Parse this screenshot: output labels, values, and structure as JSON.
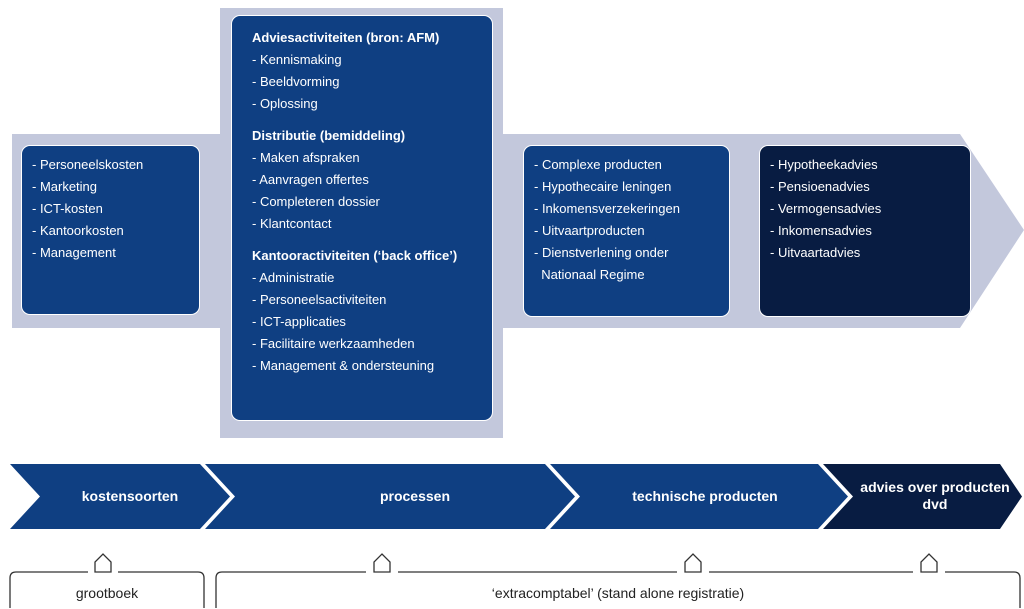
{
  "colors": {
    "band": "#c3c8dc",
    "box_primary": "#0f3f82",
    "box_dark": "#081c42",
    "label": "#222222"
  },
  "value_chain": {
    "costs_box": {
      "items": [
        "- Personeelskosten",
        "- Marketing",
        "- ICT-kosten",
        "- Kantoorkosten",
        "- Management"
      ]
    },
    "process_box": {
      "sections": [
        {
          "title": "Adviesactiviteiten (bron: AFM)",
          "items": [
            "- Kennismaking",
            "- Beeldvorming",
            "- Oplossing"
          ]
        },
        {
          "title": "Distributie (bemiddeling)",
          "items": [
            "- Maken afspraken",
            "- Aanvragen offertes",
            "- Completeren dossier",
            "- Klantcontact"
          ]
        },
        {
          "title": "Kantooractiviteiten (‘back office’)",
          "items": [
            "- Administratie",
            "- Personeelsactiviteiten",
            "- ICT-applicaties",
            "- Facilitaire werkzaamheden",
            "- Management & ondersteuning"
          ]
        }
      ]
    },
    "products_box": {
      "items": [
        "- Complexe producten",
        "- Hypothecaire leningen",
        "- Inkomensverzekeringen",
        "- Uitvaartproducten",
        "- Dienstverlening onder",
        "  Nationaal Regime"
      ]
    },
    "advice_box": {
      "items": [
        "- Hypotheekadvies",
        "- Pensioenadvies",
        "- Vermogensadvies",
        "- Inkomensadvies",
        "- Uitvaartadvies"
      ]
    }
  },
  "stages": [
    {
      "label": "kostensoorten"
    },
    {
      "label": "processen"
    },
    {
      "label": "technische producten"
    },
    {
      "label": "advies over producten dvd"
    }
  ],
  "registers": [
    {
      "label": "grootboek"
    },
    {
      "label": "‘extracomptabel’ (stand alone registratie)"
    }
  ]
}
